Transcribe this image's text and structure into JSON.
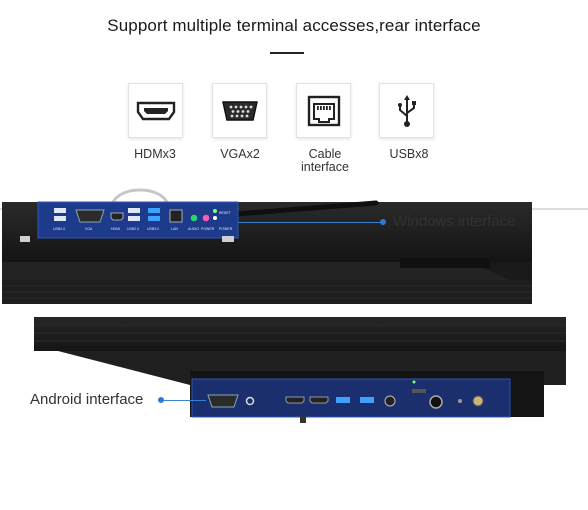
{
  "header": {
    "title": "Support multiple terminal accesses,rear interface"
  },
  "interfaces": [
    {
      "icon": "hdmi-port-icon",
      "label": "HDMx3"
    },
    {
      "icon": "vga-port-icon",
      "label": "VGAx2"
    },
    {
      "icon": "ethernet-port-icon",
      "label": "Cable\ninterface"
    },
    {
      "icon": "usb-icon",
      "label": "USBx8"
    }
  ],
  "windows_panel": {
    "callout": "Windows interface",
    "port_labels": [
      "USB2.0",
      "VGA",
      "HDMI",
      "USB2.0",
      "USB3.0",
      "LAN",
      "AUDIO",
      "POWER",
      "RESET",
      "POWER"
    ]
  },
  "android_panel": {
    "callout": "Android interface"
  },
  "colors": {
    "panel_blue": "#1e3a8a",
    "accent_blue": "#2f78d6",
    "device_black": "#1b1b1b"
  }
}
